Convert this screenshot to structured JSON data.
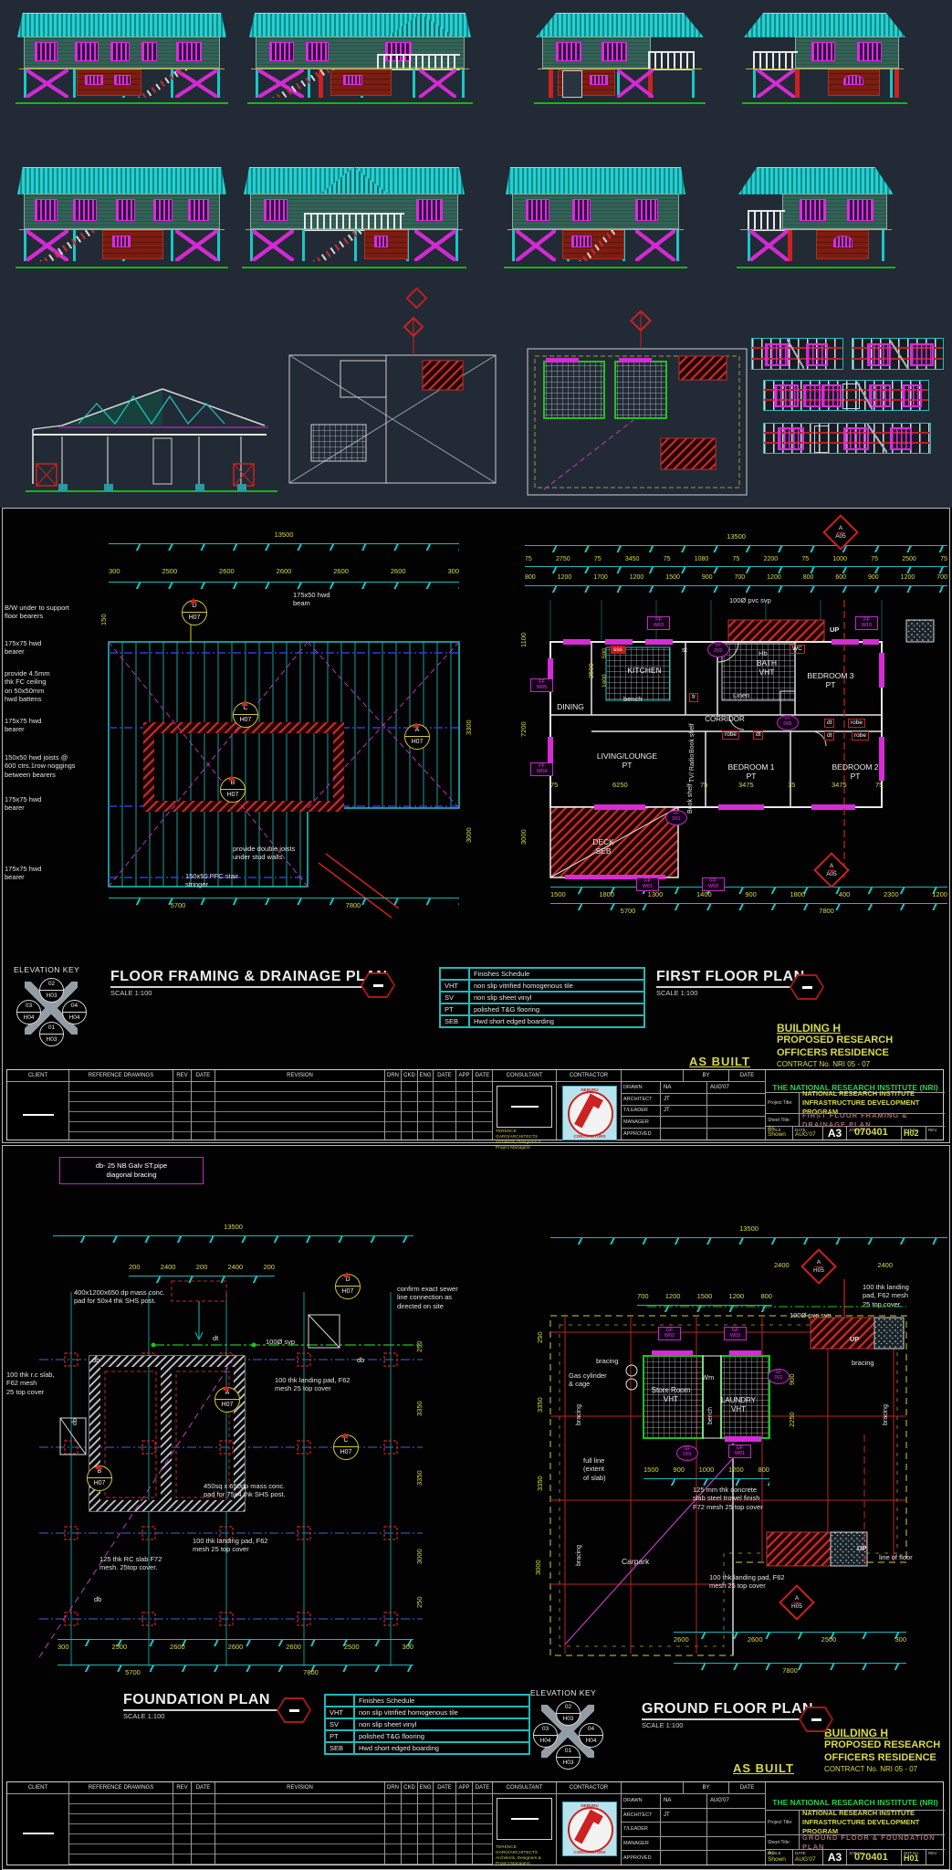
{
  "colors": {
    "cyan": "#19c7c7",
    "teal_table": "#1fb9b9",
    "magenta": "#d92ad9",
    "dim_yellow": "#d9d94a",
    "red": "#cf2020",
    "green": "#1ec41e",
    "bearer_blue": "#2b3fd8",
    "institute_green": "#25d24d",
    "sheet_title_maroon": "#a36a74",
    "roof_cyan": "#27cfcf",
    "top_panel_bg": "#222a35",
    "sheet_bg": "#000000"
  },
  "shared": {
    "as_built": "AS BUILT",
    "building": {
      "name": "BUILDING H",
      "line1": "PROPOSED RESEARCH",
      "line2": "OFFICERS RESIDENCE",
      "contract": "CONTRACT No. NRI 05 - 07"
    },
    "elevation_key": {
      "title": "ELEVATION KEY",
      "top_num": "02",
      "top_sht": "H03",
      "left_num": "03",
      "left_sht": "H04",
      "right_num": "04",
      "right_sht": "H04",
      "bottom_num": "01",
      "bottom_sht": "H03"
    },
    "finishes": {
      "title": "Finishes Schedule",
      "rows": [
        {
          "code": "VHT",
          "desc": "non slip vitrified homogenous tile"
        },
        {
          "code": "SV",
          "desc": "non slip sheet vinyl"
        },
        {
          "code": "PT",
          "desc": "polished T&G flooring"
        },
        {
          "code": "SEB",
          "desc": "Hwd short edged boarding"
        }
      ]
    },
    "tb": {
      "client": "CLIENT",
      "reference": "REFERENCE DRAWINGS",
      "rev": "REV",
      "date": "DATE",
      "revision": "REVISION",
      "drn": "DRN",
      "ckd": "CKD",
      "eng": "ENG",
      "app": "APP",
      "consultant": "CONSULTANT",
      "contractor": "CONTRACTOR",
      "by": "BY",
      "consultant_lines": "TERENCE GARO/ARCHITECTS\nArchitects, Designers &\nProject Managers",
      "logo_top": "NEBURU",
      "logo_bottom": "CONTRACTORS",
      "roles": {
        "drawn": "DRAWN",
        "architect": "ARCHITECT",
        "tleader": "T/LEADER",
        "manager": "MANAGER",
        "approved": "APPROVED"
      },
      "institute": "THE NATIONAL RESEARCH INSTITUTE (NRI)",
      "project_label": "Project Title:",
      "project_title": "NATIONAL RESEARCH INSTITUTE\nINFRASTRUCTURE DEVELOPMENT PROGRAM",
      "sheet_label": "Sheet Title:",
      "scale_label": "SCALE",
      "scale_value": "As Shown",
      "date_value": "AUG'07",
      "size": "A3",
      "job_label": "JOB No.",
      "job": "070401",
      "sht_label": "SHT No.",
      "rev_label": "REV."
    }
  },
  "h02": {
    "drawn_by": "NA",
    "drawn_date": "AUG'07",
    "architect_by": "JT",
    "tleader_by": "JT",
    "manager_by": "",
    "approved_by": "",
    "sheet_title": "FIRST FLOOR FRAMING & DRAINAGE PLAN",
    "sht_no": "H02",
    "framing": {
      "title": "FLOOR FRAMING & DRAINAGE PLAN",
      "scale": "SCALE 1:100",
      "dim_total": "13500",
      "dims_top": [
        "300",
        "2500",
        "2600",
        "2600",
        "2600",
        "2600",
        "300"
      ],
      "dim_150": "150",
      "note_bw": "B/W under to support\nfloor bearers",
      "note_bearer": "175x75 hwd\nbearer",
      "note_ceiling": "provide 4.5mm\nthk FC ceiling\non 50x50mm\nhwd battens",
      "note_joists": "150x50 hwd joists @\n600 ctrs.1row noggings\nbetween bearers",
      "note_beam": "175x50 hwd\nbeam",
      "note_double": "provide double joists\nunder stud walls",
      "note_stringer": "150x50 PFC stair\nstringer",
      "dims_side": [
        "3300",
        "3000"
      ],
      "dims_bottom": [
        "5700",
        "7800"
      ],
      "mk_d": "D",
      "mk_c": "C",
      "mk_b": "B",
      "mk_a": "A",
      "mk_sht": "H07"
    },
    "ffp": {
      "title": "FIRST FLOOR PLAN",
      "scale": "SCALE 1:100",
      "dim_total": "13500",
      "dims_row1": [
        "75",
        "2750",
        "75",
        "3450",
        "75",
        "1080",
        "75",
        "2200",
        "75",
        "1000",
        "75",
        "2500",
        "75"
      ],
      "dims_row2": [
        "800",
        "1200",
        "1700",
        "1200",
        "1500",
        "900",
        "700",
        "1200",
        "800",
        "600",
        "900",
        "1200",
        "700"
      ],
      "dims_left": [
        "1100",
        "7200",
        "3000"
      ],
      "dims_bottom": [
        "1500",
        "1800",
        "1300",
        "1400",
        "900",
        "1800",
        "400",
        "2300",
        "1200"
      ],
      "dims_totals": [
        "5700",
        "7800"
      ],
      "svp": "100Ø pvc svp",
      "mk": "A",
      "mk_sht": "A05",
      "r_dining": "DINING",
      "r_kitchen": "KITCHEN",
      "r_bath": "BATH\nVHT",
      "r_bed3": "BEDROOM 3\nPT",
      "r_corridor": "CORRIDOR",
      "r_living": "LIVING/LOUNGE\nPT",
      "r_bed1": "BEDROOM 1\nPT",
      "r_bed2": "BEDROOM 2\nPT",
      "r_deck": "DECK\nSEB",
      "l_sss": "sss",
      "l_st": "st",
      "l_bench": "bench",
      "l_fr": "fr",
      "l_hb": "Hb",
      "l_wc": "WC",
      "l_linen": "Linen",
      "l_robe": "robe",
      "l_dt": "dt",
      "l_book": "Book\nshelf",
      "l_tv": "TV/\nRadio",
      "l_up": "UP",
      "d_living": "6250",
      "d_bed1": "3475",
      "d_bed2": "3475",
      "d_75": "75",
      "d_k1": "2500",
      "d_k2": "1400",
      "d_k3": "500",
      "w03": "FF\nW03",
      "w10": "FF\nW10",
      "w05": "FF\nW05",
      "w04": "FF\nW04",
      "w01": "FF\nW01",
      "w02": "FF\nW02",
      "d02": "FF\nD02",
      "d05": "FF\nD05",
      "d01": "FF\nD01"
    }
  },
  "h01": {
    "drawn_by": "NA",
    "drawn_date": "AUG'07",
    "architect_by": "JT",
    "tleader_by": "",
    "manager_by": "",
    "approved_by": "",
    "sheet_title": "GROUND FLOOR & FOUNDATION PLAN",
    "sht_no": "H01",
    "foundation": {
      "title": "FOUNDATION PLAN",
      "scale": "SCALE 1:100",
      "dim_total": "13500",
      "note_db": "db- 25 NB Galv ST.pipe\ndiagonal bracing",
      "dims_top": [
        "200",
        "2400",
        "200",
        "2400",
        "200"
      ],
      "note_pad400": "400x1200x650 dp mass conc.\npad for 50x4 thk SHS post.",
      "note_sewer": "confirm exact sewer\nline connection as\ndirected on site",
      "note_rcslab": "100 thk r.c slab,\nF62 mesh\n25 top cover",
      "note_landing": "100 thk landing pad, F62\nmesh 25 top cover",
      "note_pad450": "450sq x 650dp mass conc.\npad for 75x4 thk SHS post.",
      "note_rc125": "125 thk RC slab F72\nmesh. 25top cover.",
      "l_db": "db",
      "l_dt": "dt",
      "l_svp": "100Ø svp",
      "dims_bottom": [
        "300",
        "2500",
        "2600",
        "2600",
        "2600",
        "2500",
        "300"
      ],
      "dims_totals": [
        "5700",
        "7800"
      ],
      "dims_right": [
        "250",
        "3350",
        "3350",
        "3000",
        "250"
      ],
      "mk_d": "D",
      "mk_a": "A",
      "mk_c": "C",
      "mk_b": "B",
      "mk_sht": "H07"
    },
    "gfp": {
      "title": "GROUND FLOOR PLAN",
      "scale": "SCALE 1:100",
      "dim_total": "13500",
      "dims_top2": [
        "2400",
        "2400"
      ],
      "dims_top": [
        "700",
        "1200",
        "1500",
        "1200",
        "800"
      ],
      "dims_mid": [
        "1500",
        "900",
        "1000",
        "1200",
        "800"
      ],
      "dims_left": [
        "250",
        "3350",
        "3350",
        "3000"
      ],
      "d_900": "900",
      "d_2250": "2250",
      "dims_bottom": [
        "2600",
        "2600",
        "2500",
        "300"
      ],
      "d_7800": "7800",
      "svp": "100Ø pvc svp",
      "mk": "A",
      "mk_sht": "H05",
      "l_bracing": "bracing",
      "l_gas": "Gas cylinder\n& cage",
      "l_store": "Store Room\nVHT",
      "l_bench": "bench",
      "l_laundry": "LAUNDRY\nVHT",
      "l_wm": "Wm",
      "l_up": "UP",
      "l_full": "full line\n(extent\nof slab)",
      "l_slab": "125 mm thk concrete\nslab steel trowel finish\nF72 mesh 25 top cover",
      "l_carpark": "Carpark",
      "l_floor": "line of floor",
      "l_landing_top": "100 thk landing\npad, F62 mesh\n25 top cover",
      "l_landing": "100 thk landing pad, F62\nmesh 25 top cover",
      "w02": "GF\nW02",
      "w03": "GF\nW03",
      "w01": "GF\nW01",
      "dg02": "GF\nD02",
      "dg01": "GF\nD01"
    }
  }
}
